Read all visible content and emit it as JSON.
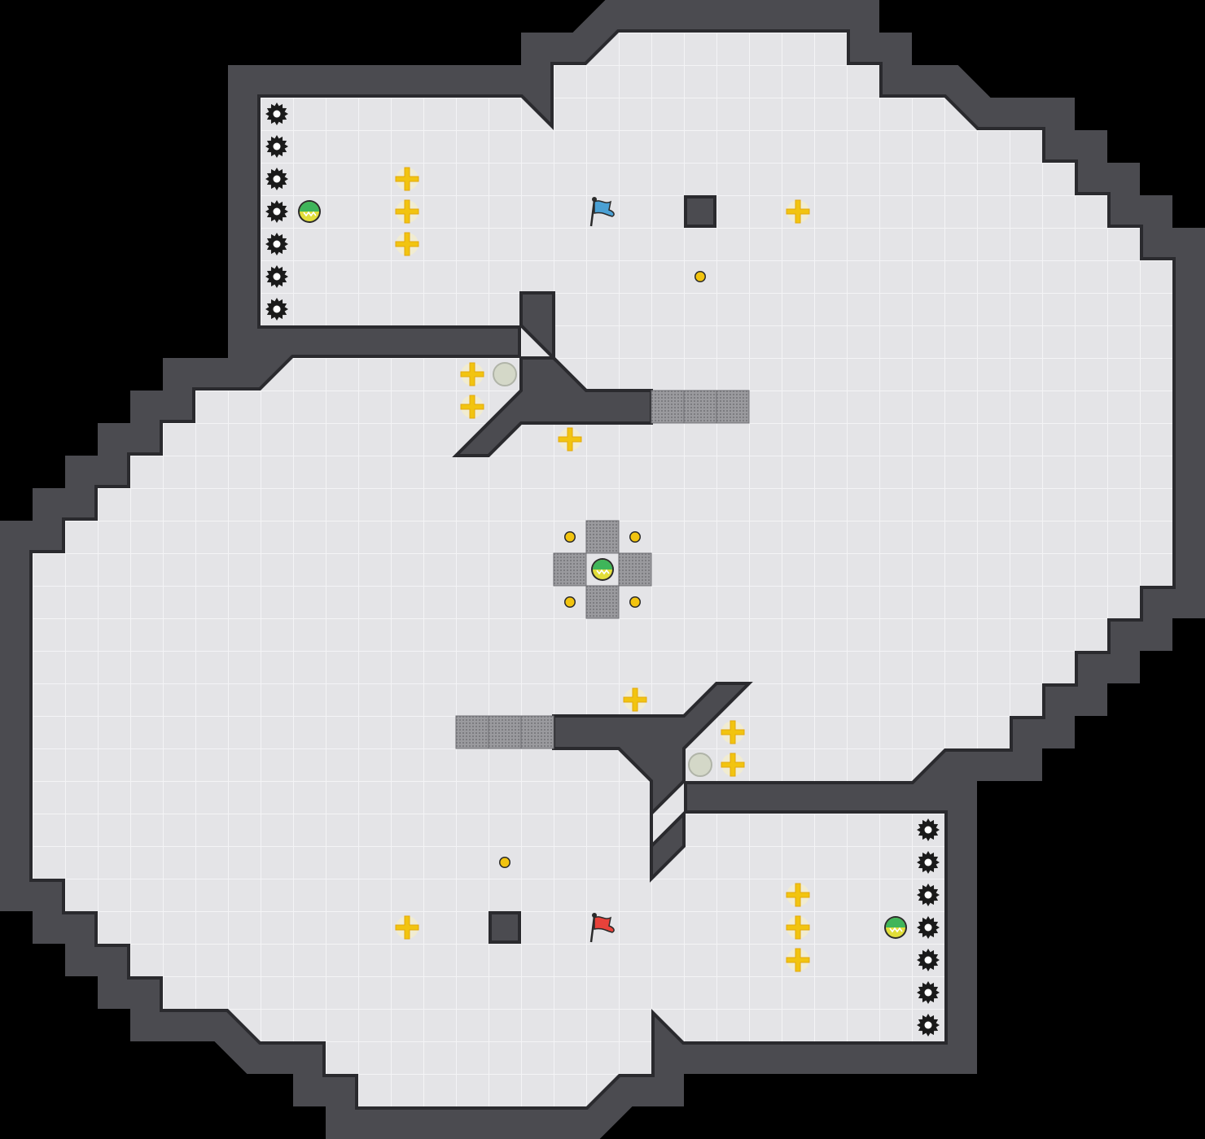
{
  "game": {
    "type": "capture-the-flag arena (top-down tile map)",
    "tile_size": 40,
    "grid": {
      "cols": 37,
      "rows": 35
    },
    "colors": {
      "floor": "#e4e4e7",
      "grid_line": "#f4f4f6",
      "wall_rim": "#2a2a2e",
      "wall_body": "#4b4b50",
      "background": "#000000",
      "boost": "#f2c40f",
      "bomb": "#1a1a1a",
      "powerup_green": "#3fb55a",
      "powerup_yellow": "#e2de3a",
      "flag_blue": "#4aa0d4",
      "flag_red": "#e8423a",
      "gate_tile": "#8c8c90"
    }
  },
  "flags": [
    {
      "team": "blue",
      "col": 18,
      "row": 6
    },
    {
      "team": "red",
      "col": 18,
      "row": 28
    }
  ],
  "spikes": [
    {
      "col": 8,
      "row": 3
    },
    {
      "col": 8,
      "row": 4
    },
    {
      "col": 8,
      "row": 5
    },
    {
      "col": 8,
      "row": 6
    },
    {
      "col": 8,
      "row": 7
    },
    {
      "col": 8,
      "row": 8
    },
    {
      "col": 8,
      "row": 9
    },
    {
      "col": 28,
      "row": 25
    },
    {
      "col": 28,
      "row": 26
    },
    {
      "col": 28,
      "row": 27
    },
    {
      "col": 28,
      "row": 28
    },
    {
      "col": 28,
      "row": 29
    },
    {
      "col": 28,
      "row": 30
    },
    {
      "col": 28,
      "row": 31
    }
  ],
  "boosts": [
    {
      "col": 12,
      "row": 5
    },
    {
      "col": 12,
      "row": 6
    },
    {
      "col": 12,
      "row": 7
    },
    {
      "col": 24,
      "row": 6
    },
    {
      "col": 14,
      "row": 11
    },
    {
      "col": 14,
      "row": 12
    },
    {
      "col": 17,
      "row": 13
    },
    {
      "col": 19,
      "row": 21
    },
    {
      "col": 22,
      "row": 22
    },
    {
      "col": 22,
      "row": 23
    },
    {
      "col": 24,
      "row": 27
    },
    {
      "col": 24,
      "row": 28
    },
    {
      "col": 24,
      "row": 29
    },
    {
      "col": 12,
      "row": 28
    }
  ],
  "powerups": [
    {
      "col": 9,
      "row": 6
    },
    {
      "col": 18,
      "row": 17
    },
    {
      "col": 27,
      "row": 28
    }
  ],
  "bombs_inactive": [
    {
      "col": 15,
      "row": 11
    },
    {
      "col": 21,
      "row": 23
    }
  ],
  "small_dots": [
    {
      "col": 21,
      "row": 8
    },
    {
      "col": 17,
      "row": 16
    },
    {
      "col": 19,
      "row": 16
    },
    {
      "col": 17,
      "row": 18
    },
    {
      "col": 19,
      "row": 18
    },
    {
      "col": 15,
      "row": 26
    }
  ],
  "gates": [
    {
      "col": 20,
      "row": 12
    },
    {
      "col": 21,
      "row": 12
    },
    {
      "col": 22,
      "row": 12
    },
    {
      "col": 18,
      "row": 16
    },
    {
      "col": 17,
      "row": 17
    },
    {
      "col": 19,
      "row": 17
    },
    {
      "col": 18,
      "row": 18
    },
    {
      "col": 14,
      "row": 22
    },
    {
      "col": 15,
      "row": 22
    },
    {
      "col": 16,
      "row": 22
    }
  ],
  "pillars": [
    {
      "col": 21,
      "row": 6
    },
    {
      "col": 15,
      "row": 28
    }
  ]
}
